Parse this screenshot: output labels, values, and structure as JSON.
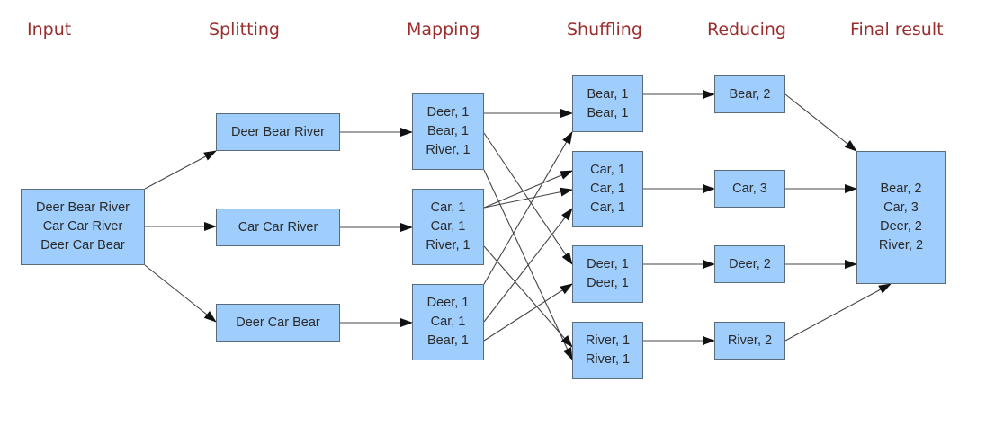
{
  "title": "MapReduce word count",
  "stages": [
    "Input",
    "Splitting",
    "Mapping",
    "Shuffling",
    "Reducing",
    "Final result"
  ],
  "nodes": {
    "input": [
      "Deer Bear River",
      "Car Car River",
      "Deer Car Bear"
    ],
    "split": [
      [
        "Deer Bear River"
      ],
      [
        "Car Car River"
      ],
      [
        "Deer Car Bear"
      ]
    ],
    "map": [
      [
        "Deer, 1",
        "Bear, 1",
        "River, 1"
      ],
      [
        "Car, 1",
        "Car, 1",
        "River, 1"
      ],
      [
        "Deer, 1",
        "Car, 1",
        "Bear, 1"
      ]
    ],
    "shuffle": [
      [
        "Bear, 1",
        "Bear, 1"
      ],
      [
        "Car, 1",
        "Car, 1",
        "Car, 1"
      ],
      [
        "Deer, 1",
        "Deer, 1"
      ],
      [
        "River, 1",
        "River, 1"
      ]
    ],
    "reduce": [
      [
        "Bear, 2"
      ],
      [
        "Car, 3"
      ],
      [
        "Deer, 2"
      ],
      [
        "River, 2"
      ]
    ],
    "final": [
      "Bear, 2",
      "Car, 3",
      "Deer, 2",
      "River, 2"
    ]
  },
  "colors": {
    "stage_label": "#9b2d2d",
    "box_fill": "#9fcdfc",
    "box_border": "#5a6b7a",
    "edge": "#444444"
  }
}
